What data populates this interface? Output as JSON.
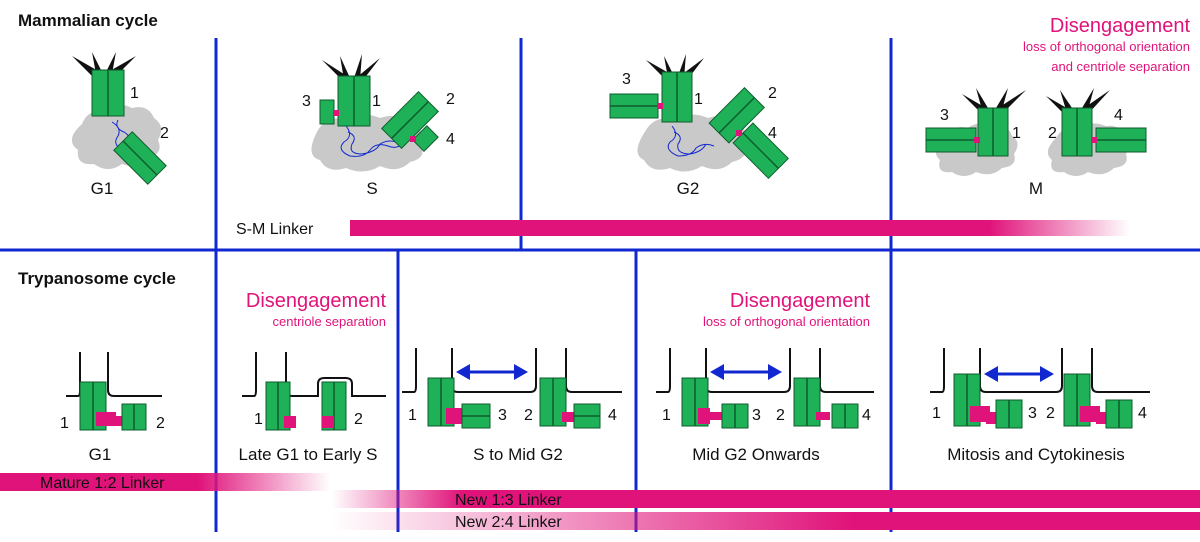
{
  "mammalian": {
    "title": "Mammalian cycle",
    "stages": [
      "G1",
      "S",
      "G2",
      "M"
    ],
    "disengagement": {
      "title": "Disengagement",
      "line1": "loss of orthogonal orientation",
      "line2": "and centriole separation"
    },
    "linker_label": "S-M Linker"
  },
  "trypanosome": {
    "title": "Trypanosome cycle",
    "stages": [
      "G1",
      "Late G1 to Early S",
      "S to Mid G2",
      "Mid G2 Onwards",
      "Mitosis and Cytokinesis"
    ],
    "disengagement_1": {
      "title": "Disengagement",
      "sub": "centriole separation"
    },
    "disengagement_2": {
      "title": "Disengagement",
      "sub": "loss of orthogonal orientation"
    },
    "linkers": {
      "mature": "Mature 1:2 Linker",
      "new_13": "New 1:3 Linker",
      "new_24": "New 2:4 Linker"
    }
  },
  "centriole_labels": {
    "one": "1",
    "two": "2",
    "three": "3",
    "four": "4"
  },
  "colors": {
    "divider": "#1128d0",
    "centriole": "#1fb158",
    "linker": "#e0137a",
    "pcm": "#c9c9c9",
    "text": "#111111"
  }
}
